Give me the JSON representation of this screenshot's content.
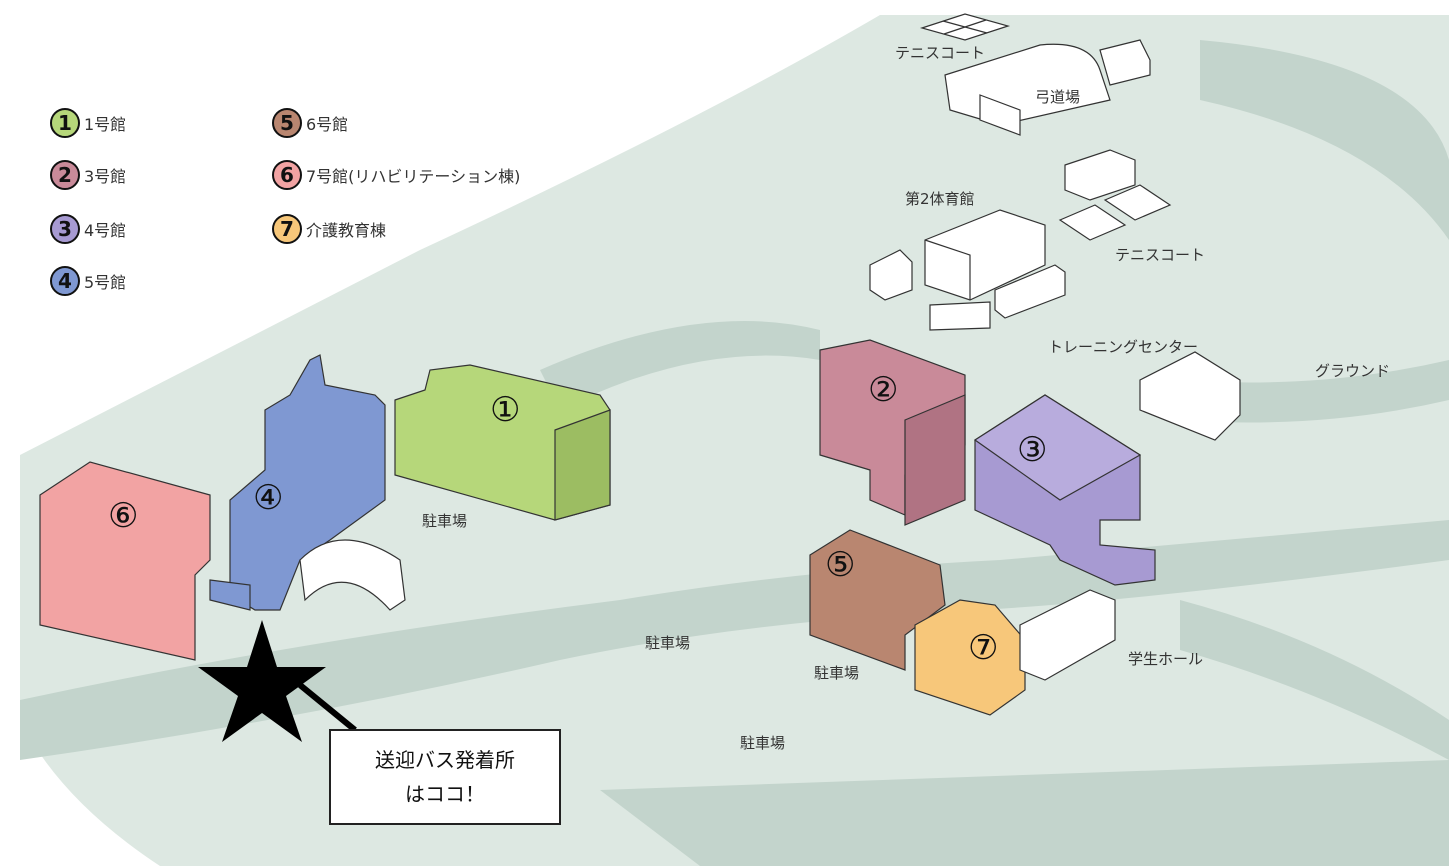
{
  "legend": [
    {
      "num": "1",
      "label": "1号館",
      "color": "#b6d77a"
    },
    {
      "num": "2",
      "label": "3号館",
      "color": "#c98a99"
    },
    {
      "num": "3",
      "label": "4号館",
      "color": "#a79ad2"
    },
    {
      "num": "4",
      "label": "5号館",
      "color": "#7f98d2"
    },
    {
      "num": "5",
      "label": "6号館",
      "color": "#b98670"
    },
    {
      "num": "6",
      "label": "7号館(リハビリテーション棟)",
      "color": "#f2a3a3"
    },
    {
      "num": "7",
      "label": "介護教育棟",
      "color": "#f7c77a"
    }
  ],
  "places": {
    "tennis_court_top": "テニスコート",
    "kyudojo": "弓道場",
    "gym2": "第2体育館",
    "tennis_court_right": "テニスコート",
    "training_center": "トレーニングセンター",
    "ground": "グラウンド",
    "student_hall": "学生ホール",
    "parking_1": "駐車場",
    "parking_2": "駐車場",
    "parking_3": "駐車場",
    "parking_4": "駐車場"
  },
  "building_numbers": {
    "b1": "①",
    "b2": "②",
    "b3": "③",
    "b4": "④",
    "b5": "⑤",
    "b6": "⑥",
    "b7": "⑦"
  },
  "callout": {
    "line1": "送迎バス発着所",
    "line2": "はココ！"
  },
  "colors": {
    "ground": "#dde8e2",
    "road": "#c3d4cc",
    "b1": "#b6d77a",
    "b2": "#c98a99",
    "b3": "#a79ad2",
    "b4": "#7f98d2",
    "b5": "#b98670",
    "b6": "#f2a3a3",
    "b7": "#f7c77a"
  }
}
